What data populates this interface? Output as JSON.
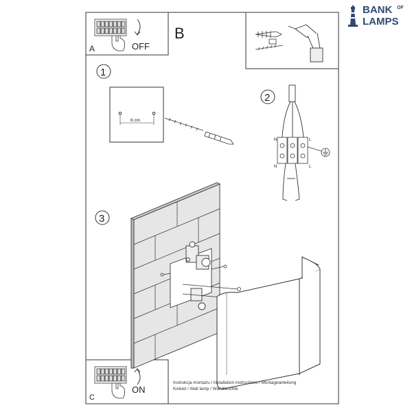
{
  "brand": {
    "line1": "BANK",
    "of": "OF",
    "line2": "LAMPS",
    "color": "#2f4a72"
  },
  "panels": {
    "a_label": "A",
    "off_label": "OFF",
    "b_label": "B",
    "c_label": "C",
    "on_label": "ON"
  },
  "steps": {
    "one": "1",
    "two": "2",
    "three": "3"
  },
  "step1": {
    "distance": "6 cm"
  },
  "step2": {
    "n_top": "N",
    "l_top": "L",
    "n_bottom": "N",
    "l_bottom": "L"
  },
  "footer": {
    "line1": "Instrukcja montażu / installation instructions / Montageanleitung",
    "line2": "Kinkiet / Wall lamp / Wandleuchte"
  },
  "colors": {
    "line": "#333333",
    "wall_fill": "#e6e6e6",
    "shade_fill": "#ffffff"
  },
  "icons": [
    "fuse-box-icon",
    "hand-icon",
    "rotate-arrow-icon",
    "drill-icon",
    "wall-plug-icon",
    "screw-icon",
    "earth-icon"
  ]
}
